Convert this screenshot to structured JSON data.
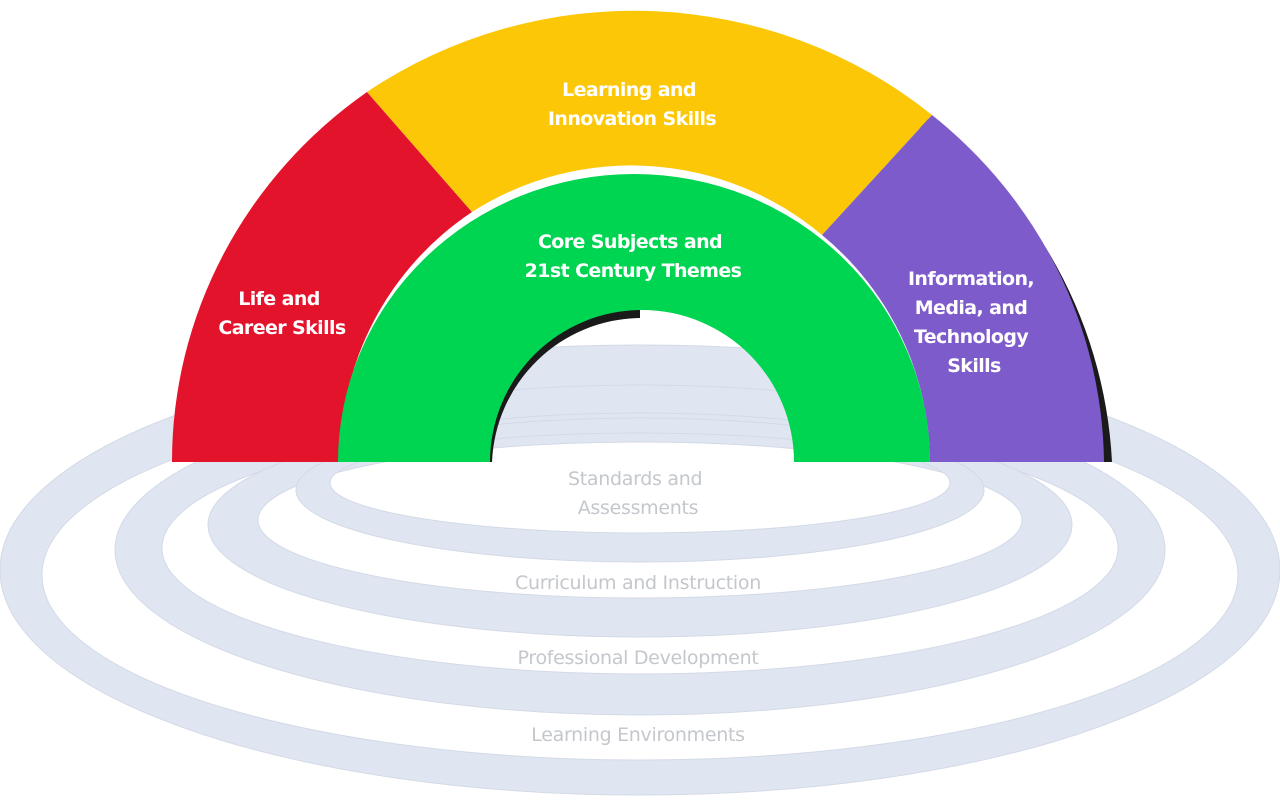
{
  "colors": {
    "red": "#e3132c",
    "yellow": "#fcc707",
    "purple": "#7e5bcb",
    "green": "#00d552",
    "ring": "#dfe6f2",
    "ring_text": "#c4c7cc",
    "arch_shadow": "#1a1a1a"
  },
  "arch": {
    "life_career": {
      "line1": "Life and",
      "line2": "Career Skills"
    },
    "learning_innovation": {
      "line1": "Learning and",
      "line2": "Innovation Skills"
    },
    "info_media_tech": {
      "line1": "Information,",
      "line2": "Media, and",
      "line3": "Technology",
      "line4": "Skills"
    },
    "core_subjects": {
      "line1": "Core Subjects and",
      "line2": "21st Century Themes"
    }
  },
  "rings": {
    "standards": {
      "line1": "Standards and",
      "line2": "Assessments"
    },
    "curriculum": "Curriculum and Instruction",
    "professional": "Professional Development",
    "environments": "Learning Environments"
  }
}
